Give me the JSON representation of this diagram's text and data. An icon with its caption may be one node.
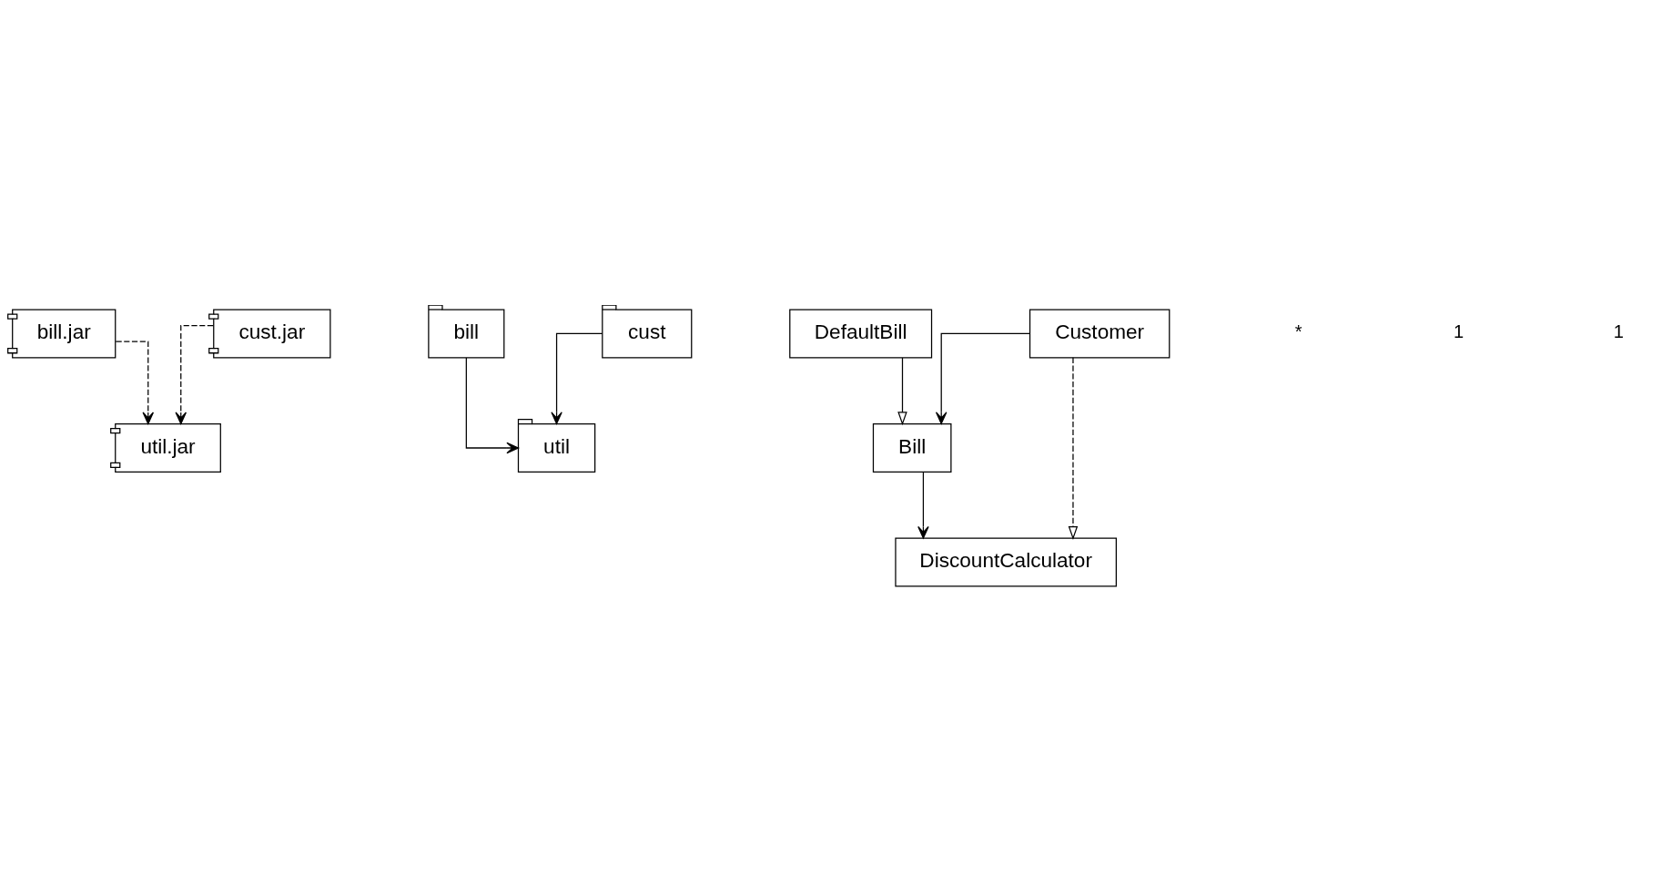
{
  "diagram": {
    "nodes": [
      {
        "text": [
          "bill.jar"
        ]
      },
      {
        "text": [
          "util.jar"
        ]
      },
      {
        "text": [
          "cust.jar"
        ]
      },
      {
        "text": [
          "bill"
        ]
      },
      {
        "text": [
          "util"
        ]
      },
      {
        "text": [
          "cust"
        ]
      },
      {
        "text": [
          "DefaultBill"
        ]
      },
      {
        "text": [
          "Bill"
        ]
      },
      {
        "text": [
          "DiscountCalculator"
        ]
      },
      {
        "text": [
          "Customer"
        ]
      }
    ],
    "edges": [
      {
        "from": 0,
        "to": 1,
        "arrow": "to",
        "style": "dashed"
      },
      {
        "from": 2,
        "to": 1,
        "arrow": "to",
        "style": "dashed"
      },
      {
        "from": 3,
        "to": 4,
        "arrow": "to"
      },
      {
        "from": 5,
        "to": 4,
        "arrow": "to"
      },
      {
        "from": 6,
        "to": 7,
        "arrow": "to"
      },
      {
        "from": 9,
        "to": 7,
        "arrow": "to"
      },
      {
        "from": 7,
        "to": 8,
        "arrow": "to"
      },
      {
        "from": 9,
        "to": 8,
        "arrow": "to",
        "style": "dashed"
      }
    ],
    "labels": [
      "*",
      "1",
      "1"
    ]
  }
}
